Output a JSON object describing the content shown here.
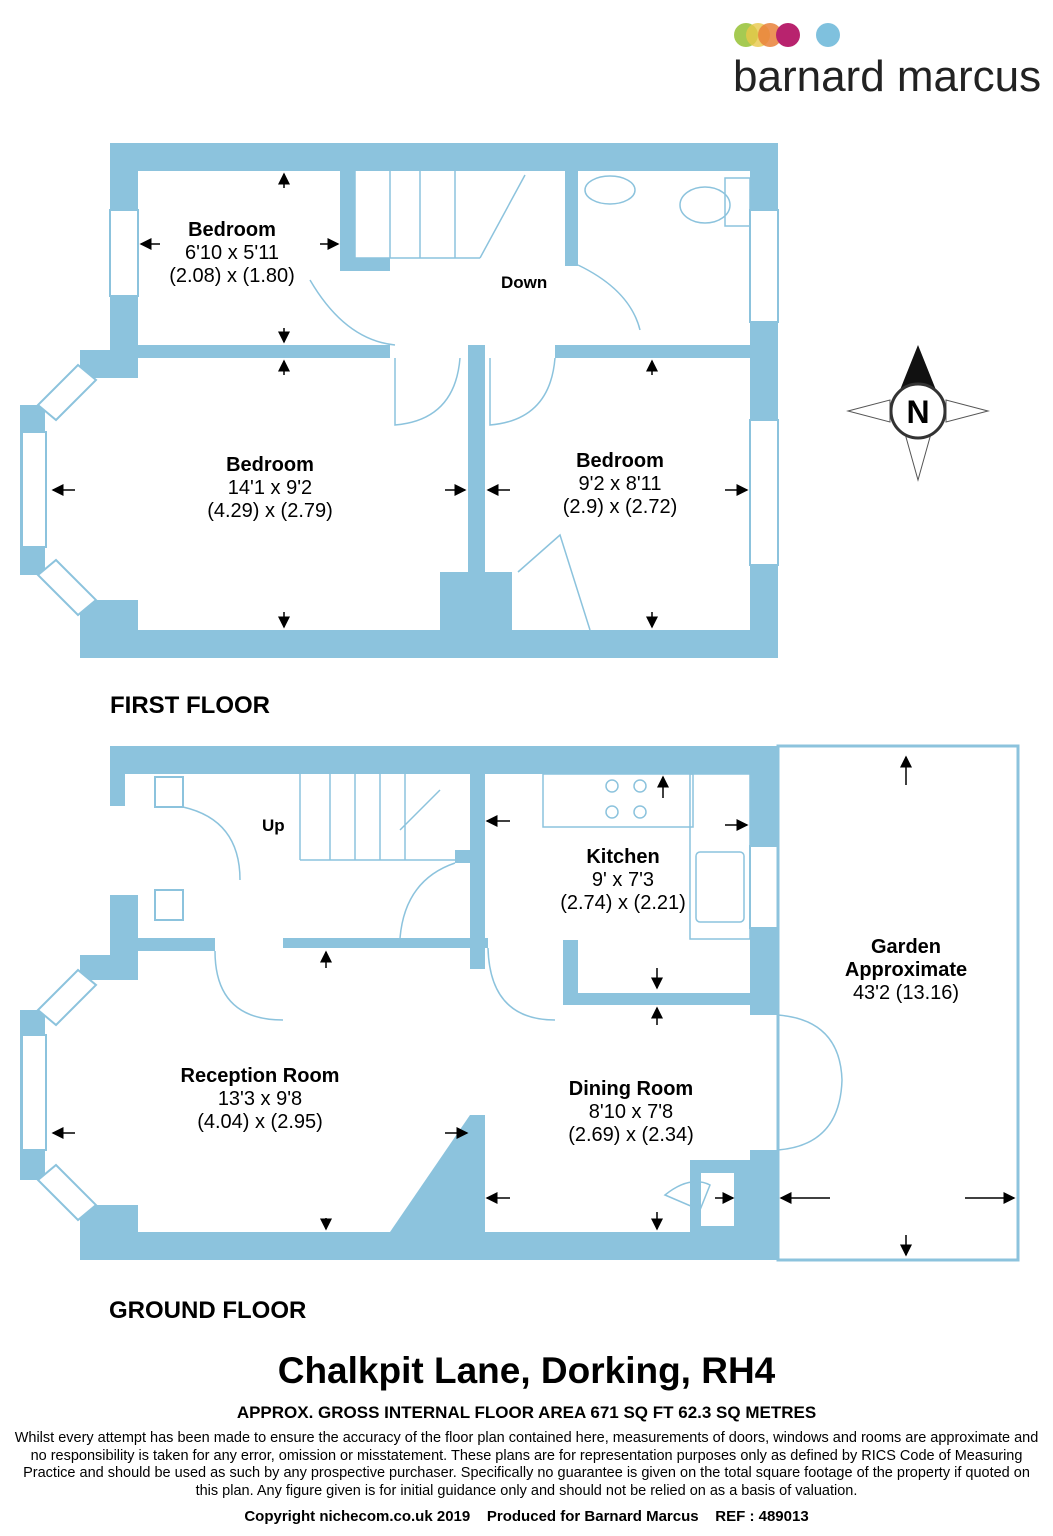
{
  "brand": {
    "name": "barnard marcus",
    "dot_colors": [
      "#9bc43f",
      "#e8c84a",
      "#e9813a",
      "#b8236e",
      "#7fc1de"
    ]
  },
  "colors": {
    "wall": "#8cc3dd",
    "arrow": "#000000"
  },
  "first_floor": {
    "label": "FIRST FLOOR",
    "stairs_label": "Down",
    "rooms": [
      {
        "name": "Bedroom",
        "imperial": "6'10 x 5'11",
        "metric": "(2.08) x (1.80)"
      },
      {
        "name": "Bedroom",
        "imperial": "14'1 x 9'2",
        "metric": "(4.29) x (2.79)"
      },
      {
        "name": "Bedroom",
        "imperial": "9'2 x 8'11",
        "metric": "(2.9) x (2.72)"
      }
    ]
  },
  "ground_floor": {
    "label": "GROUND FLOOR",
    "stairs_label": "Up",
    "rooms": [
      {
        "name": "Kitchen",
        "imperial": "9' x 7'3",
        "metric": "(2.74) x (2.21)"
      },
      {
        "name": "Reception Room",
        "imperial": "13'3 x 9'8",
        "metric": "(4.04) x (2.95)"
      },
      {
        "name": "Dining Room",
        "imperial": "8'10 x 7'8",
        "metric": "(2.69) x (2.34)"
      },
      {
        "name": "Garden",
        "imperial": "Approximate",
        "metric": "43'2 (13.16)"
      }
    ]
  },
  "compass": {
    "label": "N",
    "icon": "compass-north-icon"
  },
  "footer": {
    "title": "Chalkpit Lane, Dorking, RH4",
    "area": "APPROX. GROSS INTERNAL FLOOR AREA 671 SQ FT 62.3 SQ METRES",
    "disclaimer": "Whilst every attempt has been made to ensure the accuracy of the floor plan contained here, measurements of doors, windows and rooms are approximate and no responsibility is taken for any error, omission or misstatement. These plans are for representation purposes only as defined by RICS Code of Measuring Practice and should be used as such by any prospective purchaser.  Specifically no guarantee is given on the total square footage of the property if quoted on this plan. Any figure given is for initial guidance only and should not be relied on as a basis of valuation.",
    "copyright": "Copyright nichecom.co.uk 2019    Produced for Barnard Marcus    REF : 489013"
  }
}
